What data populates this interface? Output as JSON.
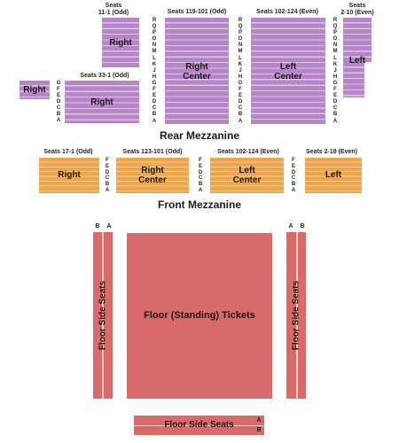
{
  "rear_mezzanine": {
    "label": "Rear Mezzanine",
    "row_letters_long": [
      "R",
      "Q",
      "P",
      "O",
      "N",
      "M",
      "L",
      "K",
      "J",
      "H",
      "G",
      "F",
      "E",
      "D",
      "C",
      "B",
      "A"
    ],
    "row_letters_short": [
      "G",
      "F",
      "E",
      "D",
      "C",
      "B",
      "A"
    ],
    "sections": {
      "right_upper": {
        "seats": "Seats\n11-1 (Odd)",
        "name": "Right"
      },
      "right_center": {
        "seats": "Seats 119-101 (Odd)",
        "name": "Right\nCenter"
      },
      "left_center": {
        "seats": "Seats 102-124 (Even)",
        "name": "Left\nCenter"
      },
      "left": {
        "seats": "Seats\n2-10 (Even)",
        "name": "Left"
      },
      "right_lower": {
        "seats": "Seats 33-1 (Odd)",
        "name": "Right"
      },
      "right_small": {
        "name": "Right"
      }
    }
  },
  "front_mezzanine": {
    "label": "Front Mezzanine",
    "row_letters": [
      "F",
      "E",
      "D",
      "C",
      "B",
      "A"
    ],
    "sections": {
      "right": {
        "seats": "Seats 17-1 (Odd)",
        "name": "Right"
      },
      "right_center": {
        "seats": "Seats 123-101 (Odd)",
        "name": "Right\nCenter"
      },
      "left_center": {
        "seats": "Seats 102-124 (Even)",
        "name": "Left\nCenter"
      },
      "left": {
        "seats": "Seats 2-18 (Even)",
        "name": "Left"
      }
    }
  },
  "floor": {
    "standing": "Floor (Standing) Tickets",
    "side_left": "Floor Side Seats",
    "side_right": "Floor Side Seats",
    "side_bottom": "Floor Side Seats",
    "row_a": "A",
    "row_b": "B"
  },
  "colors": {
    "rear": "#b686c9",
    "front": "#efa64a",
    "floor": "#d86a6a"
  }
}
